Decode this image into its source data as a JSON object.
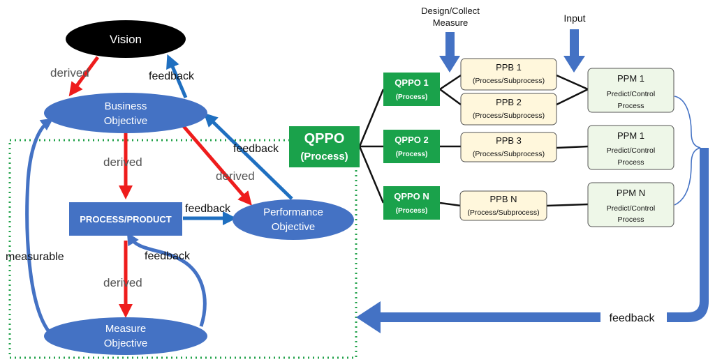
{
  "colors": {
    "blue_fill": "#4472c4",
    "blue_arrow": "#1f6fc0",
    "red_arrow": "#ee1c1c",
    "green_box": "#1aa24b",
    "green_dotted": "#21a24a",
    "ppb_fill": "#fff7dc",
    "ppm_fill": "#eef7e8",
    "big_arrow": "#4472c4"
  },
  "left": {
    "vision": "Vision",
    "business": [
      "Business",
      "Objective"
    ],
    "process_product": "PROCESS/PRODUCT",
    "performance": [
      "Performance",
      "Objective"
    ],
    "measure": [
      "Measure",
      "Objective"
    ],
    "labels": {
      "derived_top": "derived",
      "feedback_top": "feedback",
      "derived_mid": "derived",
      "derived_diag": "derived",
      "feedback_diag": "feedback",
      "feedback_horiz": "feedback",
      "feedback_loop": "feedback",
      "derived_bottom": "derived",
      "measurable": "measurable"
    }
  },
  "qppo_main": [
    "QPPO",
    "(Process)"
  ],
  "qppo": [
    {
      "title": "QPPO 1",
      "sub": "(Process)"
    },
    {
      "title": "QPPO 2",
      "sub": "(Process)"
    },
    {
      "title": "QPPO N",
      "sub": "(Process)"
    }
  ],
  "ppb": [
    {
      "title": "PPB 1",
      "sub": "(Process/Subprocess)"
    },
    {
      "title": "PPB 2",
      "sub": "(Process/Subprocess)"
    },
    {
      "title": "PPB 3",
      "sub": "(Process/Subprocess)"
    },
    {
      "title": "PPB N",
      "sub": "(Process/Subprocess)"
    }
  ],
  "ppm": [
    {
      "title": "PPM 1",
      "line1": "Predict/Control",
      "line2": "Process"
    },
    {
      "title": "PPM 1",
      "line1": "Predict/Control",
      "line2": "Process"
    },
    {
      "title": "PPM N",
      "line1": "Predict/Control",
      "line2": "Process"
    }
  ],
  "top_arrows": {
    "design": [
      "Design/Collect",
      "Measure"
    ],
    "input": "Input"
  },
  "bottom_feedback": "feedback"
}
